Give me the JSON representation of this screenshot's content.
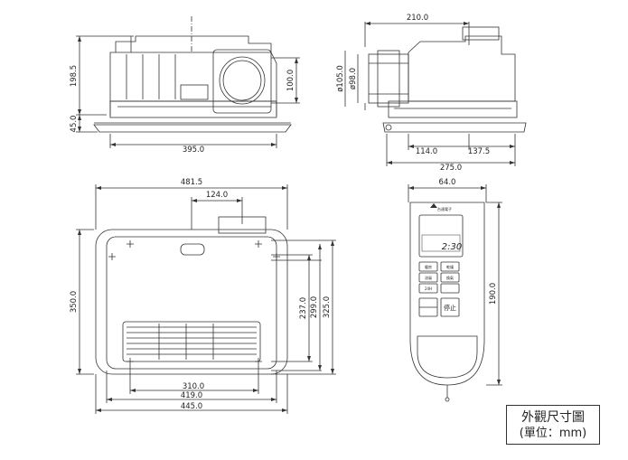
{
  "legend": {
    "title": "外觀尺寸圖",
    "unit": "(單位：mm)"
  },
  "front_view": {
    "height_body": "198.5",
    "height_panel": "45.0",
    "height_duct": "100.0",
    "width_panel": "395.0"
  },
  "side_view": {
    "width_top": "210.0",
    "diameter_outer": "ø105.0",
    "diameter_inner": "ø98.0",
    "offset_left": "114.0",
    "offset_right": "137.5",
    "width_total": "275.0"
  },
  "top_view": {
    "width_total": "481.5",
    "duct_offset": "124.0",
    "depth_total": "350.0",
    "depth_a": "237.0",
    "depth_b": "299.0",
    "depth_c": "325.0",
    "width_a": "310.0",
    "width_b": "419.0",
    "width_c": "445.0"
  },
  "remote": {
    "width": "64.0",
    "height": "190.0",
    "display_time": "2:30",
    "btn_heat": "暖房",
    "btn_dry": "乾燥",
    "btn_cool": "涼風",
    "btn_fan": "換氣",
    "btn_stop": "停止",
    "btn_timer": "24H",
    "brand_mark": "台達電子"
  }
}
